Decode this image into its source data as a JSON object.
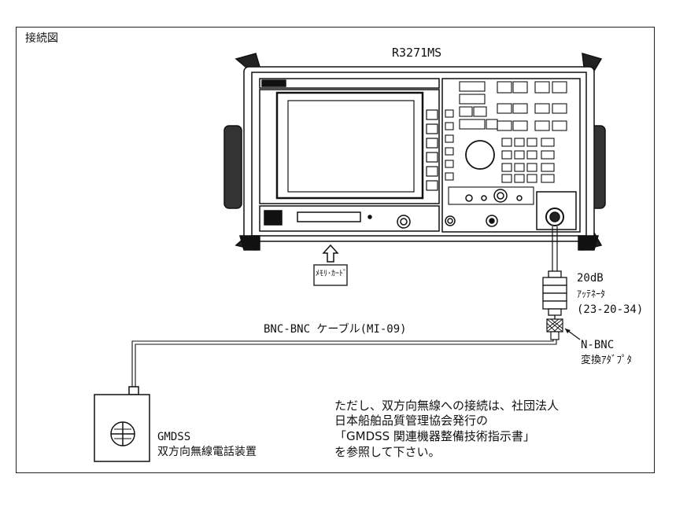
{
  "title": "接続図",
  "instrument": {
    "model": "R3271MS"
  },
  "memory_card": {
    "label": "ﾒﾓﾘ･ｶｰﾄﾞ"
  },
  "attenuator": {
    "line1": "20dB",
    "line2": "ｱｯﾃﾈｰﾀ",
    "line3": "(23-20-34)"
  },
  "cable": {
    "label": "BNC-BNC ケーブル(MI-09)"
  },
  "adapter": {
    "line1": "N-BNC",
    "line2": "変換ｱﾀﾞﾌﾟﾀ"
  },
  "device": {
    "line1": "GMDSS",
    "line2": "双方向無線電話装置"
  },
  "note": {
    "line1": "ただし、双方向無線への接続は、社団法人",
    "line2": "日本船舶品質管理協会発行の",
    "line3": "「GMDSS 関連機器整備技術指示書」",
    "line4": "を参照して下さい。"
  }
}
